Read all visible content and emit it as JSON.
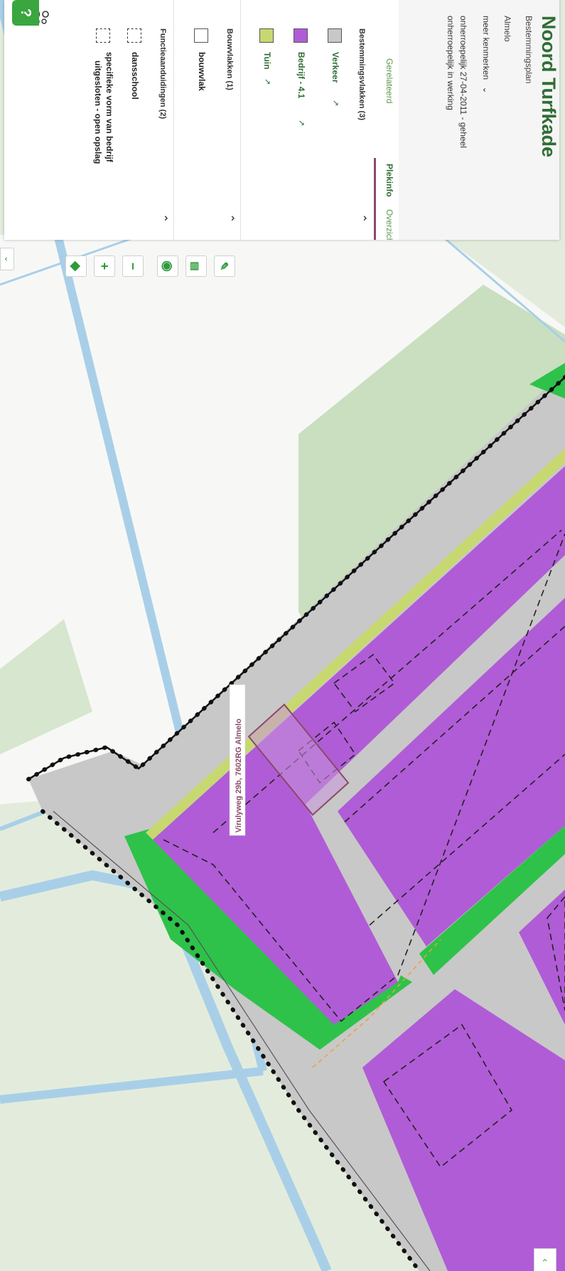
{
  "plan": {
    "title": "Noord Turfkade",
    "type": "Bestemmingsplan",
    "municipality": "Almelo",
    "more_label": "meer kenmerken",
    "more_chevron": "chevron-down-icon",
    "status_line1": "onherroepelijk 27-04-2011 - geheel",
    "status_line2": "onherroepelijk in werking"
  },
  "tabs": [
    {
      "label": "Plekinfo",
      "active": true
    },
    {
      "label": "Overzicht",
      "active": false
    },
    {
      "label": "Gerelateerd",
      "active": false
    }
  ],
  "sections": {
    "bestemmingsvlakken": {
      "title": "Bestemmingsvlakken (3)",
      "items": [
        {
          "label": "Verkeer",
          "color": "#c8c8c8",
          "icon": "external-link-icon"
        },
        {
          "label": "Bedrijf - 4.1",
          "color": "#b05cd6",
          "icon": "external-link-icon"
        },
        {
          "label": "Tuin",
          "color": "#c8d870",
          "icon": "external-link-icon"
        }
      ]
    },
    "bouwvlakken": {
      "title": "Bouwvlakken (1)",
      "items": [
        {
          "label": "bouwvlak",
          "color": "#ffffff"
        }
      ]
    },
    "functieaanduidingen": {
      "title": "Functieaanduidingen (2)",
      "items": [
        {
          "label": "dansschool"
        },
        {
          "label_line1": "specifieke vorm van bedrijf",
          "label_line2": "uitgesloten - open opslag"
        }
      ]
    }
  },
  "map": {
    "address_label": "Virulyweg 29b, 7602RG Almelo",
    "colors": {
      "bedrijf": "#b05cd6",
      "verkeer": "#c8c8c8",
      "tuin": "#c8d870",
      "groen": "#2ec24a",
      "water": "#a9cfe8",
      "agrarisch": "#e3ecdc",
      "natuur": "#c9dfc0",
      "selection": "#8a4a6a"
    }
  },
  "controls": {
    "layers": "layers-icon",
    "zoom_in": "+",
    "zoom_out": "−",
    "locate": "locate-icon",
    "measure": "measure-icon",
    "draw": "pencil-icon",
    "help": "?",
    "collapse": "chevron-down-icon",
    "expand_bottom": "chevron-up-icon",
    "share": "share-icon"
  }
}
